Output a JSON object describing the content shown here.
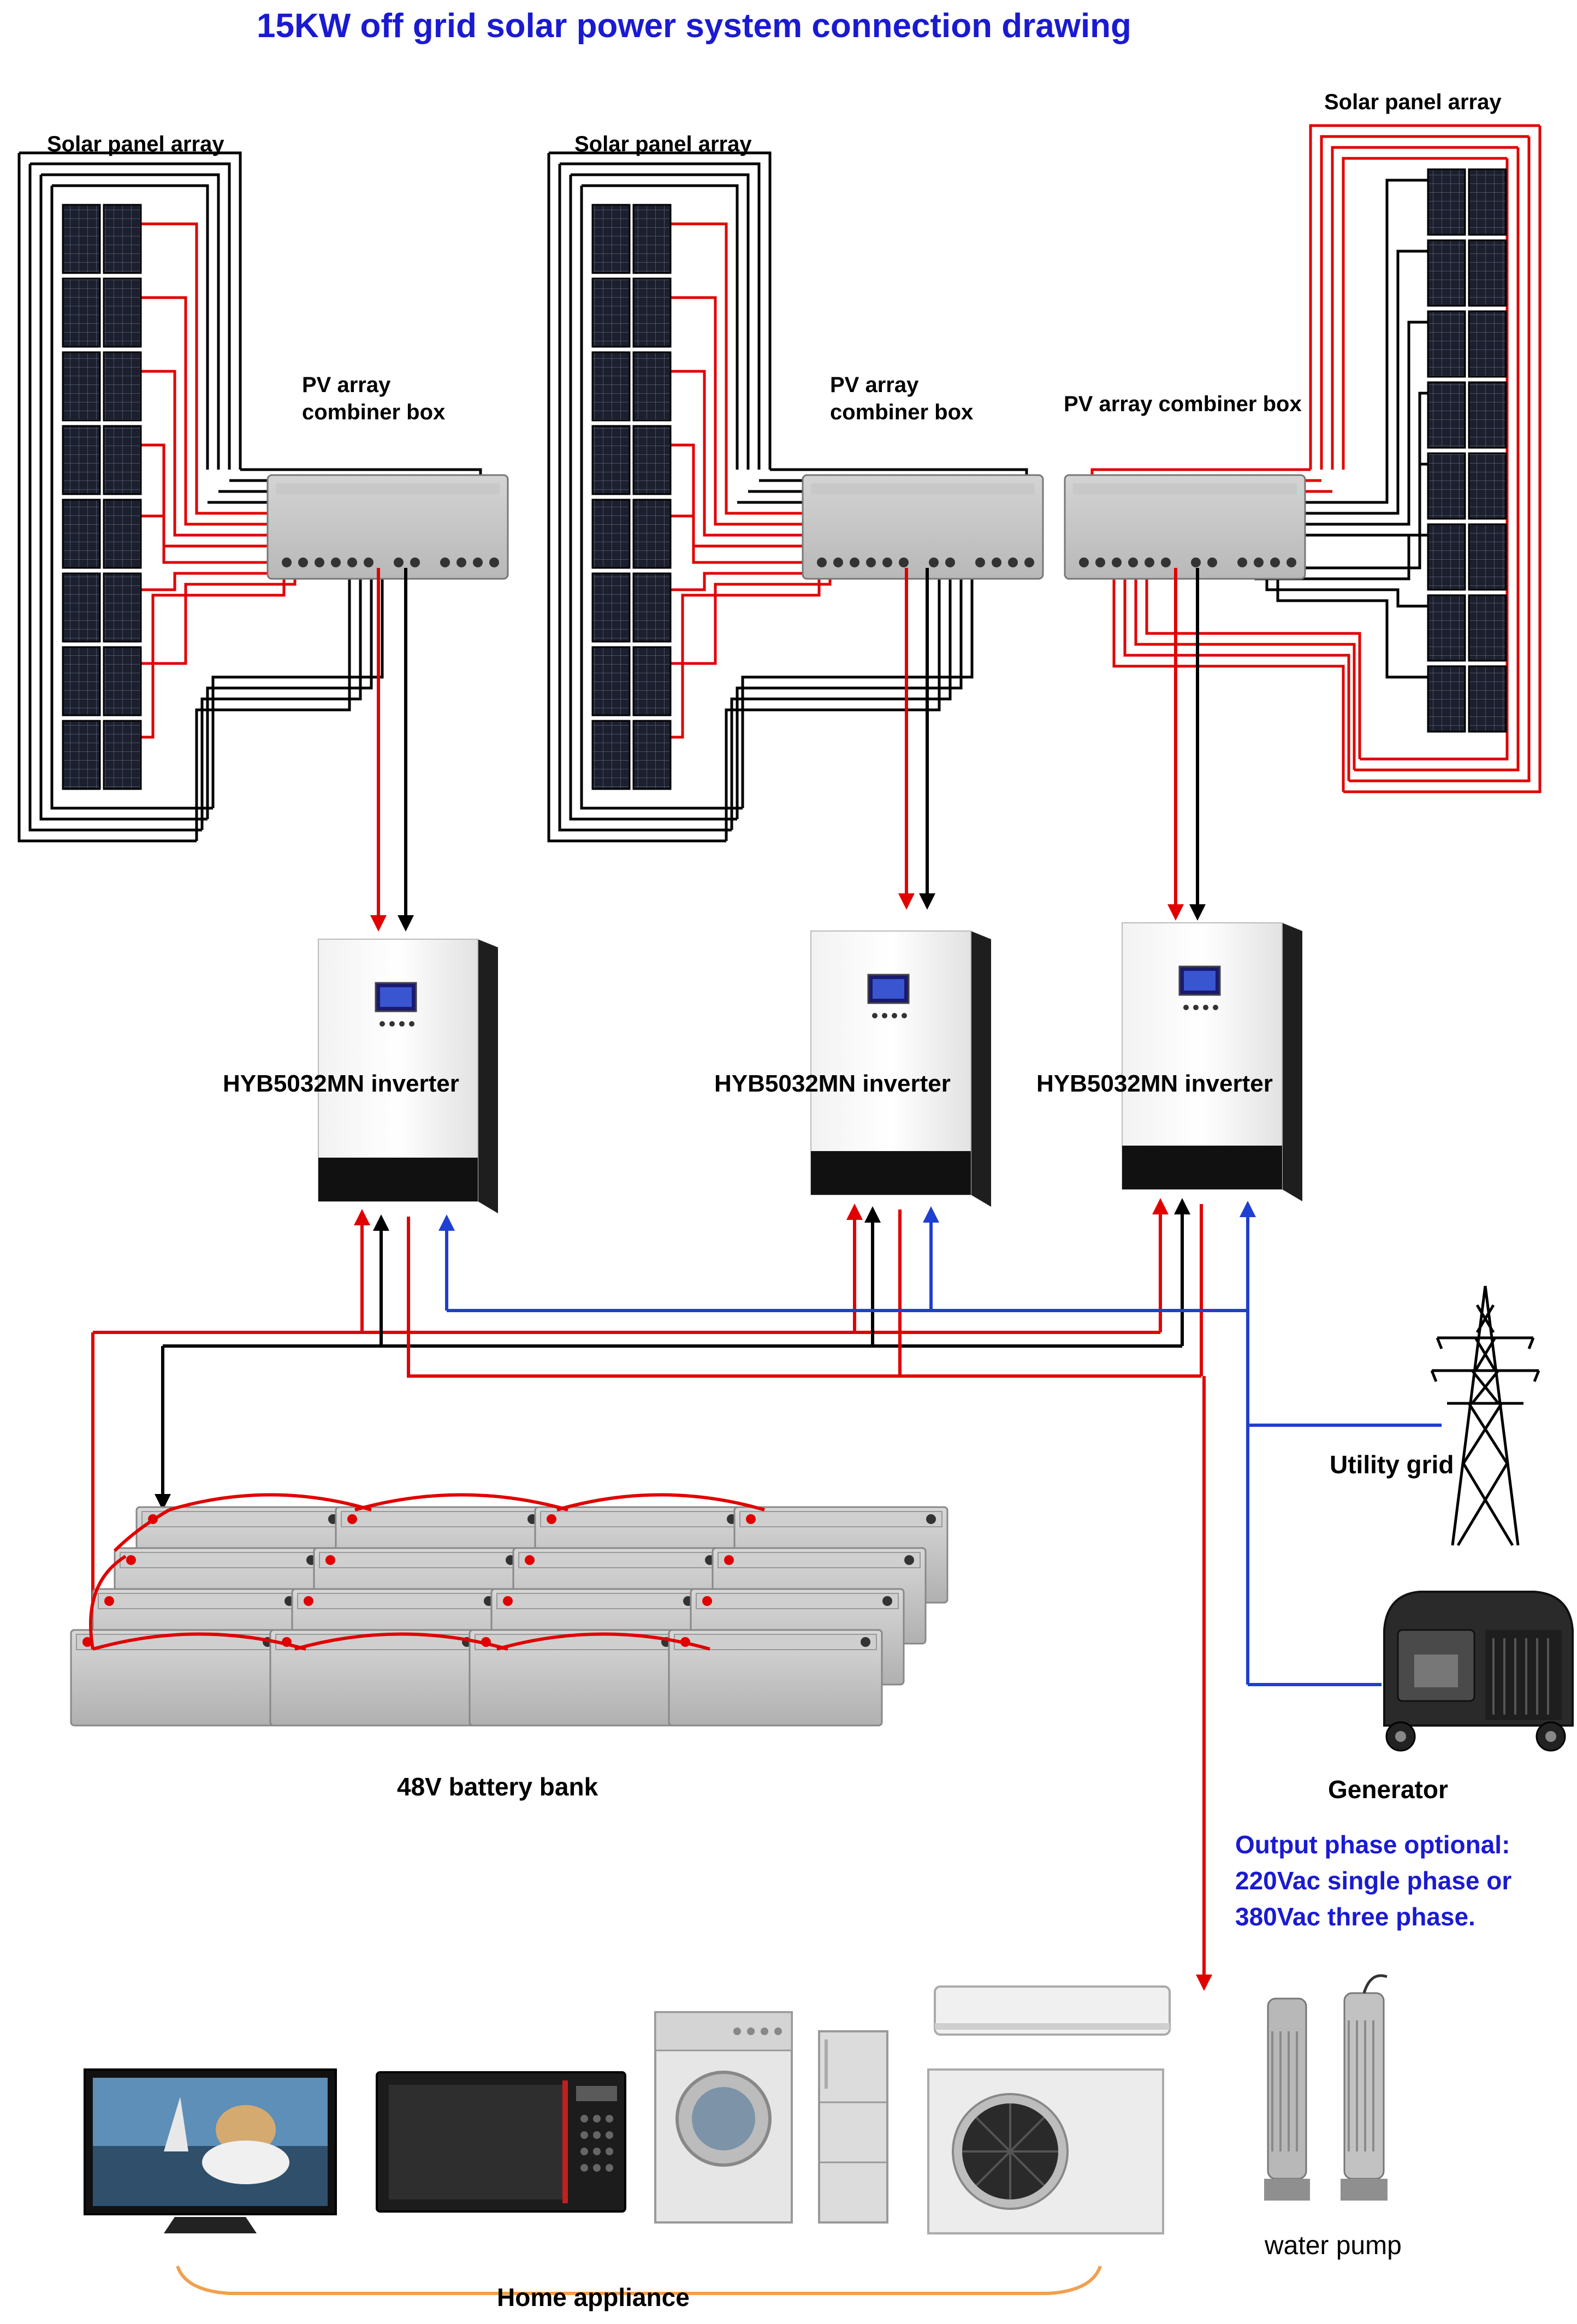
{
  "title": "15KW off grid solar power system connection drawing",
  "arrays": [
    {
      "label": "Solar panel array",
      "combiner_label_line1": "PV array",
      "combiner_label_line2": "combiner box"
    },
    {
      "label": "Solar panel array",
      "combiner_label_line1": "PV array",
      "combiner_label_line2": "combiner box"
    },
    {
      "label": "Solar panel array",
      "combiner_label_line1": "PV array combiner box",
      "combiner_label_line2": ""
    }
  ],
  "inverters": [
    {
      "label": "HYB5032MN inverter"
    },
    {
      "label": "HYB5032MN inverter"
    },
    {
      "label": "HYB5032MN inverter"
    }
  ],
  "battery_label": "48V battery bank",
  "utility_grid_label": "Utility grid",
  "generator_label": "Generator",
  "output_note": {
    "line1": "Output phase optional:",
    "line2": "220Vac single phase or",
    "line3": "380Vac three phase."
  },
  "appliances": [
    "tv",
    "microwave",
    "washing-machine",
    "refrigerator",
    "air-conditioner"
  ],
  "water_pump_label": "water pump",
  "home_appliance_label": "Home appliance",
  "colors": {
    "title": "#1a1ad2",
    "positive_wire": "#e00000",
    "negative_wire": "#000000",
    "ac_input_wire": "#1f3fd0",
    "bracket": "#f0a050"
  }
}
